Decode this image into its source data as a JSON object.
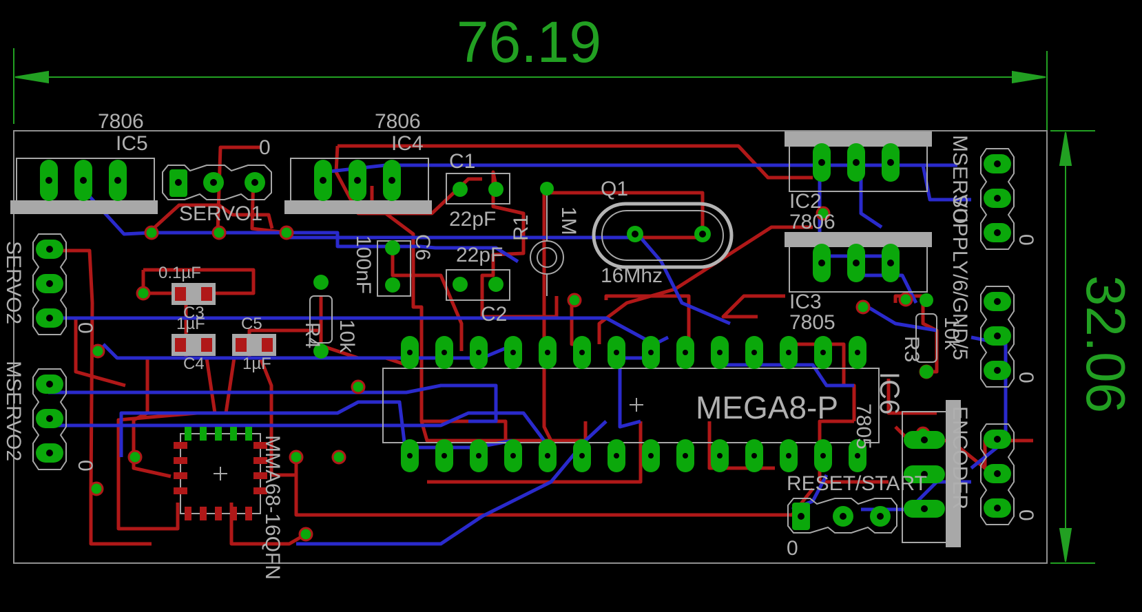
{
  "dimensions": {
    "width": "76.19",
    "height": "32.06"
  },
  "labels": {
    "ic5_value": "7806",
    "ic5_name": "IC5",
    "ic4_value": "7806",
    "ic4_name": "IC4",
    "servo1_zero": "0",
    "servo1": "SERVO1",
    "c1": "C1",
    "c1_value": "22pF",
    "c2": "C2",
    "c2_value": "22pF",
    "r1": "R1",
    "r1_value": "1M",
    "q1": "Q1",
    "q1_value": "16Mhz",
    "c6": "C6",
    "c6_value": "100nF",
    "c3": "C3",
    "c3_value": "0.1µF",
    "c4": "C4",
    "c4_value": "1µF",
    "c5": "C5",
    "c5_value": "1µF",
    "r4": "R4",
    "r4_value": "10k",
    "servo2": "SERVO2",
    "servo2_zero": "0",
    "mservo2": "MSERVO2",
    "mservo2_zero": "0",
    "mma": "MMA68-16QFN",
    "ic2": "IC2",
    "ic2_value": "7806",
    "ic3": "IC3",
    "ic3_value": "7805",
    "mega": "MEGA8-P",
    "ic6": "IC6",
    "ic6_value": "7805",
    "r3": "R3",
    "r3_value": "10k",
    "mservo": "MSERVO",
    "supply": "SUPPLY/6/GND/5",
    "encoder": "ENCODER",
    "reset": "RESET/START",
    "reset_zero": "0",
    "right_zero_1": "0",
    "right_zero_2": "0",
    "right_zero_3": "0"
  },
  "colors": {
    "top_copper": "#b01818",
    "bottom_copper": "#2a2acc",
    "pad": "#0ba80b",
    "silkscreen": "#a8a8a8",
    "dimension": "#22a022",
    "outline": "#909090"
  }
}
